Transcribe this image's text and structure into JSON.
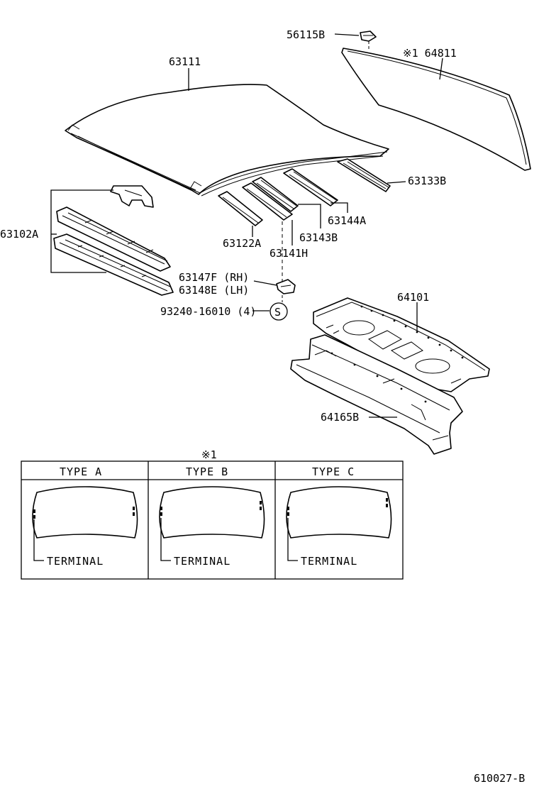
{
  "diagram": {
    "part_labels": {
      "p56115B": "56115B",
      "p64811": "※1 64811",
      "p63111": "63111",
      "p63133B": "63133B",
      "p63144A": "63144A",
      "p63102A": "63102A",
      "p63122A": "63122A",
      "p63143B": "63143B",
      "p63141H": "63141H",
      "p63147F": "63147F (RH)",
      "p63148E": "63148E (LH)",
      "p93240": "93240-16010 (4)",
      "pS": "S",
      "p64101": "64101",
      "p64165B": "64165B"
    },
    "table": {
      "note": "※1",
      "types": [
        {
          "title": "TYPE  A",
          "terminal": "TERMINAL"
        },
        {
          "title": "TYPE  B",
          "terminal": "TERMINAL"
        },
        {
          "title": "TYPE  C",
          "terminal": "TERMINAL"
        }
      ]
    },
    "figure_id": "610027-B"
  }
}
